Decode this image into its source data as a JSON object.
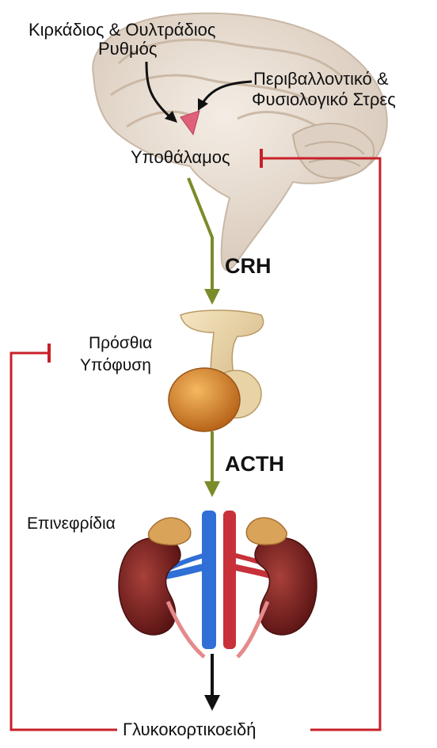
{
  "labels": {
    "circadian": "Κιρκάδιος & Ουλτράδιος",
    "rhythm": "Ρυθμός",
    "stress_line1": "Περιβαλλοντικό &",
    "stress_line2": "Φυσιολογικό Στρες",
    "hypothalamus": "Υποθάλαμος",
    "crh": "CRH",
    "pituitary_line1": "Πρόσθια",
    "pituitary_line2": "Υπόφυση",
    "acth": "ACTH",
    "adrenal": "Επινεφρίδια",
    "glucocorticoids": "Γλυκοκορτικοειδή"
  },
  "colors": {
    "stimulation_arrow": "#7a8c2a",
    "inhibition_line": "#c8202a",
    "output_arrow": "#111111",
    "brain": "#e8ddd2",
    "hypothalamus_marker": "#e0607a",
    "pituitary_stalk": "#e6cf9c",
    "pituitary_gland": "#d9892a",
    "kidney": "#7a1e1e",
    "adrenal_gland": "#d9a35a",
    "vein": "#2f6fd6",
    "artery": "#c8303a"
  },
  "icons": {
    "brain": "brain-icon",
    "pituitary": "pituitary-gland-icon",
    "kidneys": "kidneys-adrenal-icon"
  }
}
